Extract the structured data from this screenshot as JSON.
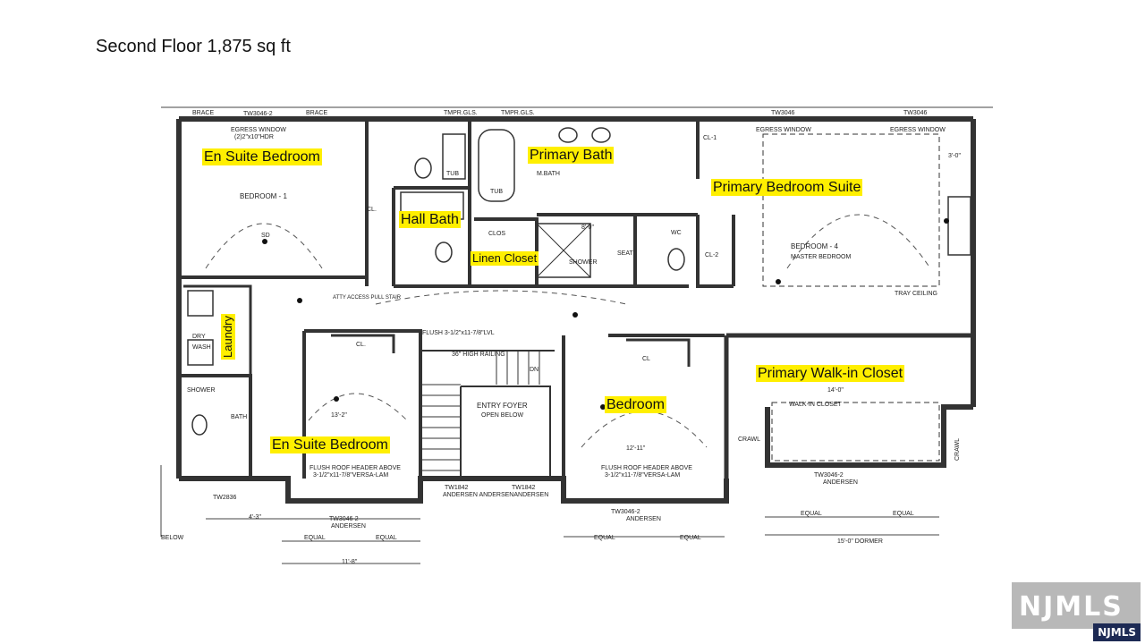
{
  "page": {
    "title": "Second Floor 1,875 sq ft"
  },
  "plan": {
    "labels": {
      "tw_top_left": "TW3046-2",
      "brace_1": "BRACE",
      "brace_2": "BRACE",
      "tmpr_gls_1": "TMPR.GLS.",
      "tmpr_gls_2": "TMPR.GLS.",
      "tw_top_mid": "TW3046",
      "tw_top_right": "TW3046",
      "egress_window_1": "EGRESS WINDOW",
      "hdr_1": "(2)2\"x10\"HDR",
      "egress_window_2": "EGRESS WINDOW",
      "egress_window_3": "EGRESS WINDOW",
      "bedroom_1": "BEDROOM - 1",
      "bedroom_4": "BEDROOM - 4",
      "master_bedroom": "MASTER BEDROOM",
      "m_bath": "M.BATH",
      "tub": "TUB",
      "tub_2": "TUB",
      "shower": "SHOWER",
      "seat": "SEAT",
      "clos": "CLOS",
      "wc": "WC",
      "cl_1": "CL.",
      "cl_2": "CL.",
      "cl_3": "CL",
      "cl_1b": "CL-1",
      "cl_2b": "CL-2",
      "tray_ceiling": "TRAY CEILING",
      "atty_access": "ATTY ACCESS PULL STAIR",
      "flush": "FLUSH 3-1/2\"x11-7/8\"LVL",
      "railing": "36\" HIGH RAILING",
      "dn": "DN",
      "entry_foyer": "ENTRY FOYER",
      "open_below": "OPEN BELOW",
      "walk_in_closet": "WALK-IN CLOSET",
      "crawl_1": "CRAWL",
      "crawl_2": "CRAWL",
      "bath": "BATH",
      "shower_2": "SHOWER",
      "wash": "WASH",
      "dry": "DRY",
      "flush_roof_1": "FLUSH ROOF HEADER ABOVE",
      "flush_roof_2": "FLUSH ROOF HEADER ABOVE",
      "versa_lam_1": "3-1/2\"x11-7/8\"VERSA-LAM",
      "versa_lam_2": "3-1/2\"x11-7/8\"VERSA-LAM",
      "tw1842_a": "TW1842",
      "tw1842_b": "TW1842",
      "andersen_group": "ANDERSEN ANDERSENANDERSEN",
      "tw2836": "TW2836",
      "tw3046_bl": "TW3046-2",
      "tw3046_bm": "TW3046-2",
      "tw3046_br": "TW3046-2",
      "andersen_bl": "ANDERSEN",
      "andersen_bm": "ANDERSEN",
      "andersen_br": "ANDERSEN",
      "equal_1": "EQUAL",
      "equal_2": "EQUAL",
      "equal_3": "EQUAL",
      "equal_4": "EQUAL",
      "equal_5": "EQUAL",
      "equal_6": "EQUAL",
      "dormer": "15'-0\" DORMER",
      "below": "BELOW",
      "dim_13_2": "13'-2\"",
      "dim_12_11": "12'-11\"",
      "dim_14_0": "14'-0\"",
      "dim_11_8": "11'-8\"",
      "dim_4_3": "4'-3\"",
      "dim_8_0": "8'-0\"",
      "dim_3_0": "3'-0\"",
      "sd": "SD"
    }
  },
  "annotations": {
    "en_suite_bedroom_top": "En Suite Bedroom",
    "primary_bath": "Primary Bath",
    "primary_bedroom_suite": "Primary Bedroom Suite",
    "hall_bath": "Hall Bath",
    "linen_closet": "Linen Closet",
    "laundry": "Laundry",
    "bedroom": "Bedroom",
    "primary_walk_in_closet": "Primary Walk-in Closet",
    "en_suite_bedroom_bottom": "En Suite Bedroom"
  },
  "logo": {
    "main": "NJMLS",
    "small": "NJMLS"
  }
}
